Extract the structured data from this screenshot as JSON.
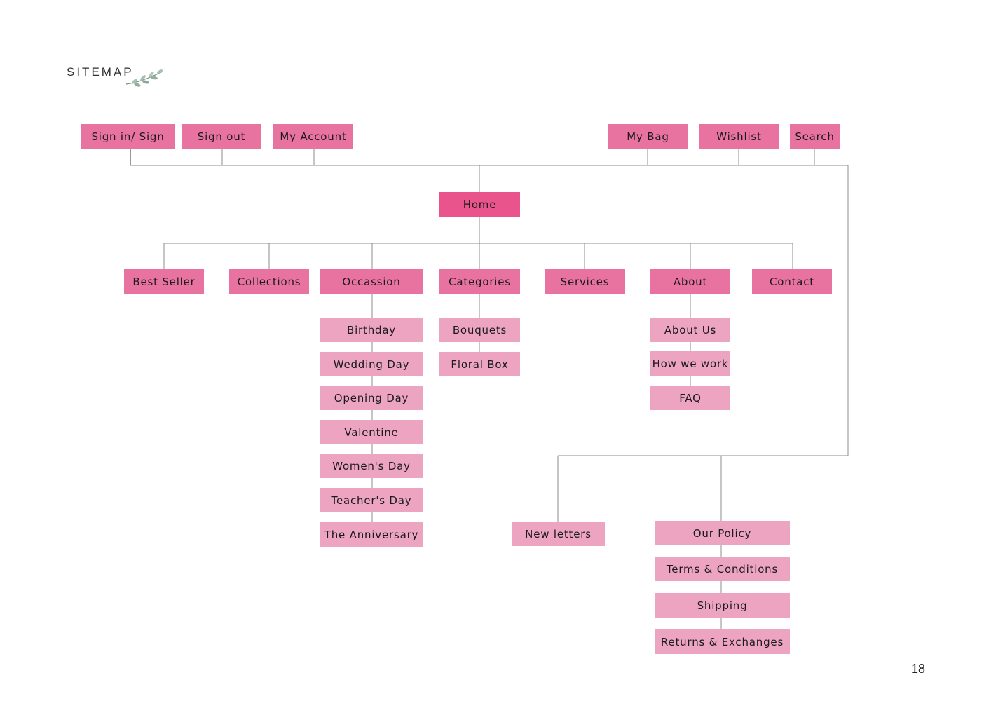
{
  "title": "SITEMAP",
  "page_number": "18",
  "colors": {
    "primary": "#e872a0",
    "home": "#e8548b",
    "secondary": "#eca4c1",
    "line": "#8e8e8e"
  },
  "top_nav": [
    "Sign in/ Sign",
    "Sign out",
    "My Account",
    "My Bag",
    "Wishlist",
    "Search"
  ],
  "home": "Home",
  "main_nav": [
    "Best Seller",
    "Collections",
    "Occassion",
    "Categories",
    "Services",
    "About",
    "Contact"
  ],
  "occassion_items": [
    "Birthday",
    "Wedding Day",
    "Opening Day",
    "Valentine",
    "Women's Day",
    "Teacher's Day",
    "The Anniversary"
  ],
  "categories_items": [
    "Bouquets",
    "Floral Box"
  ],
  "about_items": [
    "About Us",
    "How we work",
    "FAQ"
  ],
  "footer_nav": {
    "newsletter": "New letters",
    "policy": [
      "Our Policy",
      "Terms & Conditions",
      "Shipping",
      "Returns & Exchanges"
    ]
  }
}
